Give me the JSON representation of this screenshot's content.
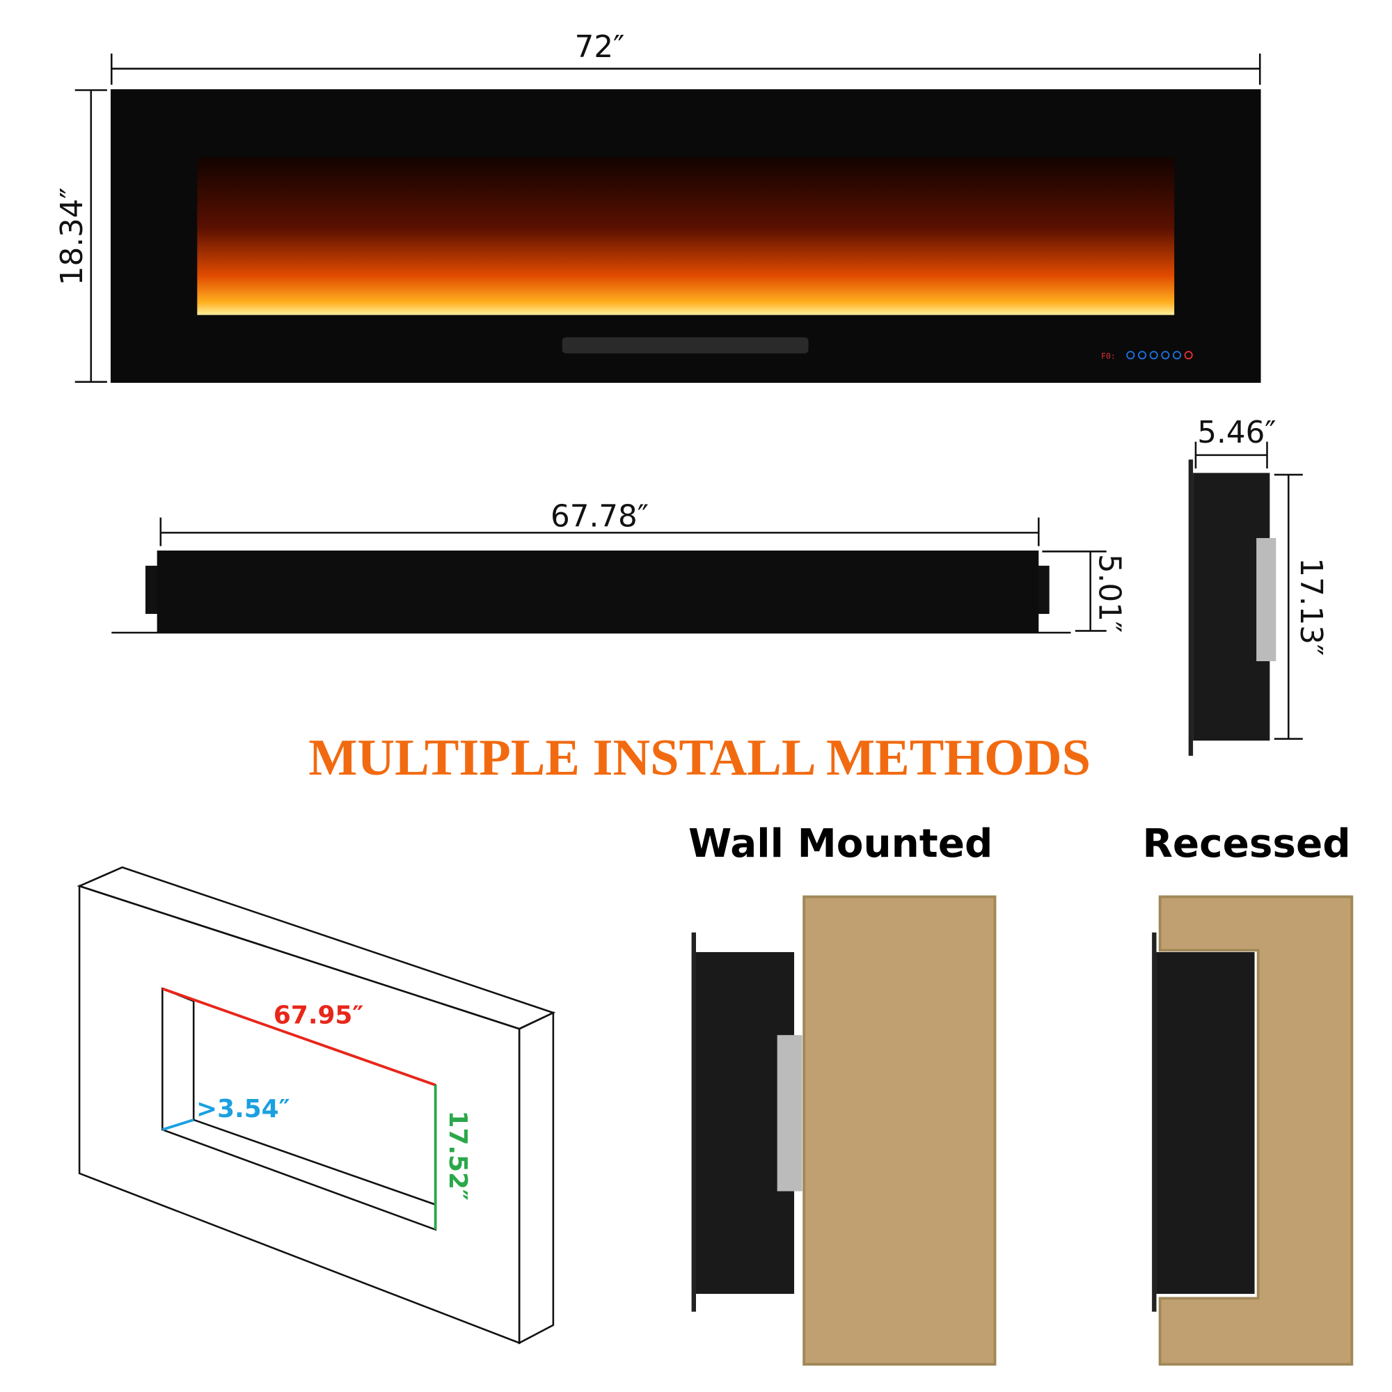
{
  "dimensions": {
    "overall_width": "72″",
    "overall_height": "18.34″",
    "body_width": "67.78″",
    "body_depth": "5.01″",
    "side_depth": "5.46″",
    "side_height": "17.13″"
  },
  "control_panel": {
    "display": "F0:",
    "buttons": [
      "timer-icon",
      "light-icon",
      "flame-icon",
      "heat-icon",
      "color-icon",
      "power-icon"
    ],
    "button_color": "#1e6fd9",
    "power_color": "#e03030"
  },
  "title": "MULTIPLE INSTALL METHODS",
  "cutout": {
    "width": "67.95″",
    "depth": ">3.54″",
    "height": "17.52″",
    "width_color": "#e8261a",
    "depth_color": "#1aa0e0",
    "height_color": "#2aa84a"
  },
  "methods": [
    {
      "label": "Wall Mounted"
    },
    {
      "label": "Recessed"
    }
  ],
  "colors": {
    "wall": "#c0a070",
    "accent": "#f26a10"
  }
}
